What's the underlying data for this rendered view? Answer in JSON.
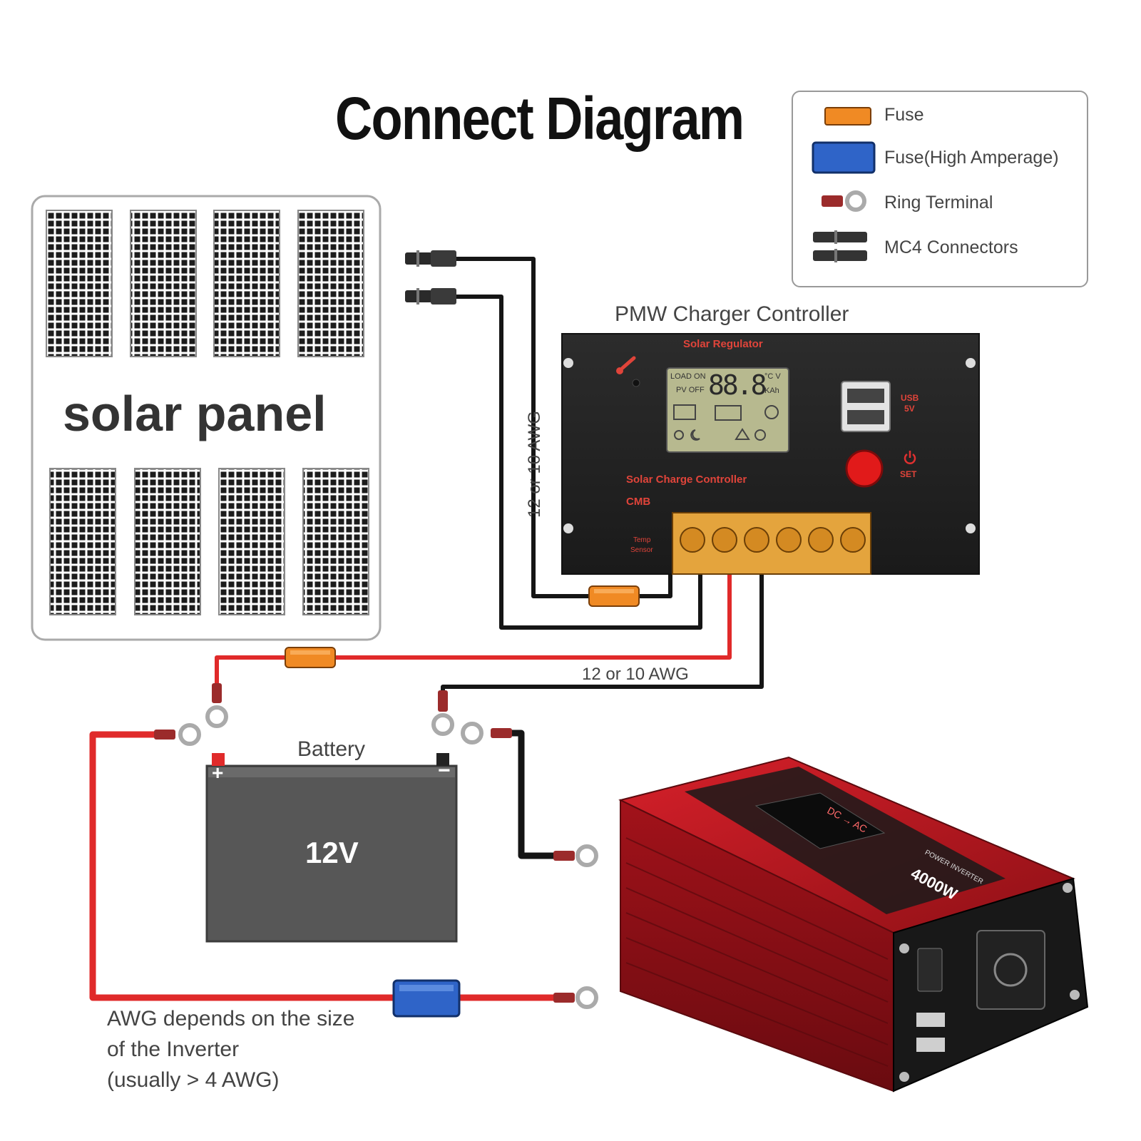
{
  "title": "Connect Diagram",
  "legend": {
    "items": [
      {
        "label": "Fuse",
        "icon": "fuse-icon",
        "color": "#f08a24"
      },
      {
        "label": "Fuse(High Amperage)",
        "icon": "high-amperage-fuse-icon",
        "color": "#2f64c8"
      },
      {
        "label": "Ring Terminal",
        "icon": "ring-terminal-icon",
        "color": "#9b2b2b"
      },
      {
        "label": "MC4 Connectors",
        "icon": "mc4-connector-icon",
        "color": "#333333"
      }
    ]
  },
  "solar_panel": {
    "label": "solar panel"
  },
  "controller": {
    "caption": "PMW Charger Controller",
    "header": "Solar Regulator",
    "lcd_top_left": "LOAD ON",
    "lcd_bottom_left": "PV OFF",
    "lcd_digits": "88.8",
    "lcd_unit_top": "°C V",
    "lcd_unit_bottom": "KAh",
    "name": "Solar Charge Controller",
    "brand": "CMB",
    "usb_label": "USB",
    "usb_voltage": "5V",
    "set_label": "SET",
    "temp_label": "Temp",
    "sensor_label": "Sensor"
  },
  "wires": {
    "awg_vertical": "12 or 10 AWG",
    "awg_horizontal": "12 or 10 AWG",
    "battery_cable_note": [
      "AWG depends on the size",
      "of the Inverter",
      "(usually  > 4 AWG)"
    ]
  },
  "battery": {
    "label": "Battery",
    "voltage": "12V",
    "plus": "+",
    "minus": "−"
  },
  "inverter": {
    "display": "DC → AC",
    "rating": "4000W",
    "brand": "POWER INVERTER"
  },
  "colors": {
    "red_wire": "#e02a2a",
    "black_wire": "#151515",
    "fuse": "#f08a24",
    "high_amp_fuse": "#2f64c8",
    "controller_body": "#262626",
    "inverter_body": "#b3171e",
    "battery_body": "#575757"
  }
}
